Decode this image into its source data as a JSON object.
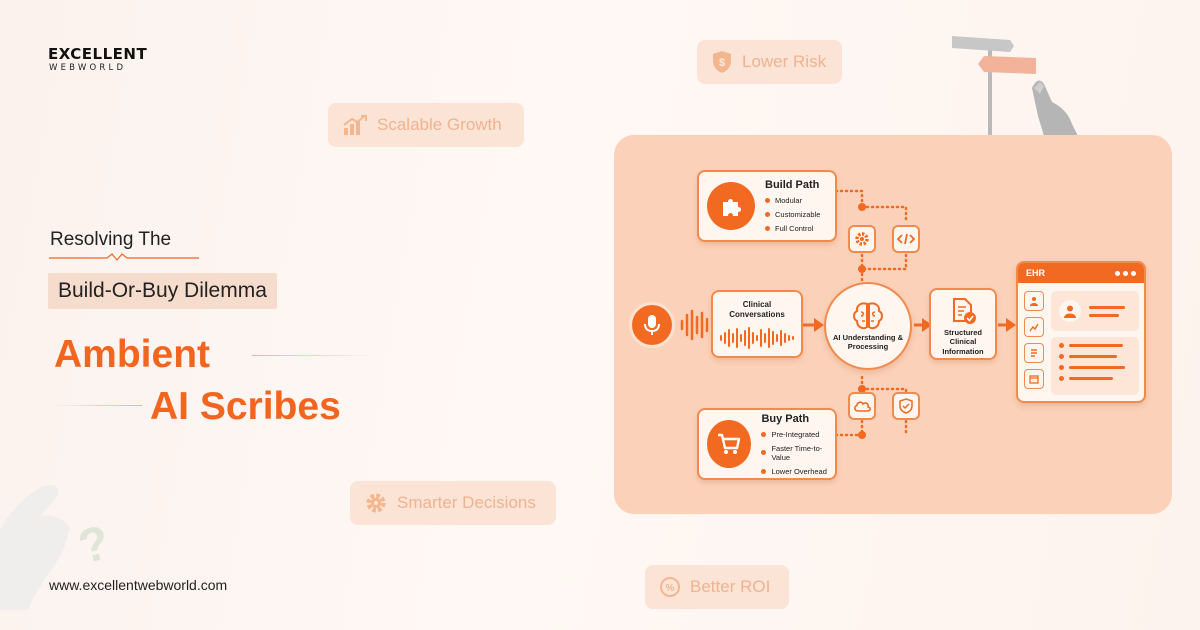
{
  "brand": {
    "name": "EXCELLENT",
    "sub": "WEBWORLD",
    "url": "www.excellentwebworld.com"
  },
  "headline": {
    "line1": "Resolving The",
    "line2": "Build-Or-Buy Dilemma",
    "line3": "Ambient",
    "line4": "AI Scribes"
  },
  "chips": {
    "lower_risk": "Lower Risk",
    "scalable_growth": "Scalable Growth",
    "smarter_decisions": "Smarter Decisions",
    "better_roi": "Better ROI"
  },
  "diagram": {
    "build_path": {
      "title": "Build Path",
      "items": [
        "Modular",
        "Customizable",
        "Full Control"
      ]
    },
    "buy_path": {
      "title": "Buy Path",
      "items": [
        "Pre-Integrated",
        "Faster Time-to-Value",
        "Lower Overhead"
      ]
    },
    "clinical": "Clinical Conversations",
    "ai_core": "AI Understanding & Processing",
    "structured": "Structured Clinical Information",
    "ehr": "EHR"
  },
  "colors": {
    "accent": "#f2651f",
    "panel": "#fbd1b9",
    "chip_bg": "#fbe3d6",
    "chip_text": "#efb38e"
  }
}
